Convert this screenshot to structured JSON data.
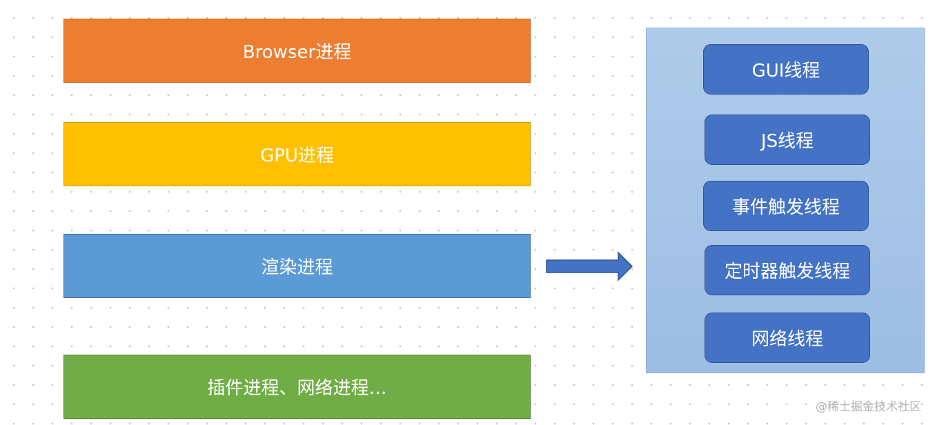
{
  "processes": [
    {
      "label": "Browser进程",
      "color": "#ed7d31",
      "border": "#c4662a"
    },
    {
      "label": "GPU进程",
      "color": "#ffc000",
      "border": "#c99a00"
    },
    {
      "label": "渲染进程",
      "color": "#5b9bd5",
      "border": "#41719c"
    },
    {
      "label": "插件进程、网络进程…",
      "color": "#70ad47",
      "border": "#507e32"
    }
  ],
  "threads": [
    {
      "label": "GUI线程"
    },
    {
      "label": "JS线程"
    },
    {
      "label": "事件触发线程"
    },
    {
      "label": "定时器触发线程"
    },
    {
      "label": "网络线程"
    }
  ],
  "watermark": "@稀土掘金技术社区",
  "colors": {
    "panel": "#a3c2e6",
    "thread": "#4472c4",
    "arrow": "#4472c4"
  }
}
